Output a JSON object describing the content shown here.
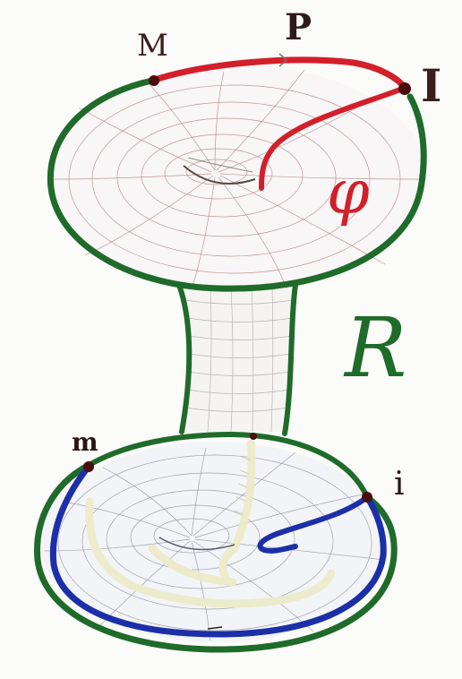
{
  "labels": {
    "M": "M",
    "P": "P",
    "I": "I",
    "phi": "φ",
    "R": "R",
    "m": "m",
    "i": "i"
  },
  "colors": {
    "paper": "#fbfbf9",
    "outline_green": "#1f6b2a",
    "upper_boundary_red": "#d21f2a",
    "lower_boundary_blue": "#1b2fa8",
    "mesh_upper": "#b08080",
    "mesh_lower": "#8e8e9e",
    "mesh_neck": "#a0a0a0",
    "label_dark": "#3a1e1e",
    "point_dark": "#4a0d0d",
    "highlight_cream": "#ecebc9"
  }
}
